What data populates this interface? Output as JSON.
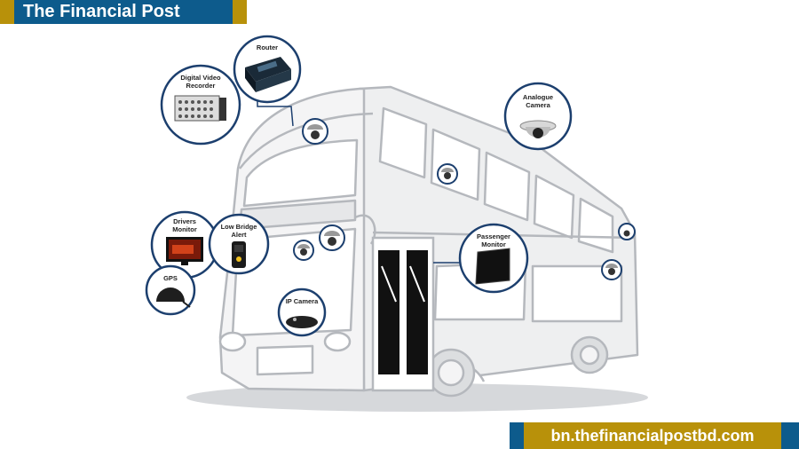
{
  "header": {
    "brand": "The Financial Post"
  },
  "footer": {
    "url": "bn.thefinancialpostbd.com"
  },
  "components": {
    "router": "Router",
    "dvr_line1": "Digital Video",
    "dvr_line2": "Recorder",
    "analogue_line1": "Analogue",
    "analogue_line2": "Camera",
    "drivers_line1": "Drivers",
    "drivers_line2": "Monitor",
    "lowbridge_line1": "Low Bridge",
    "lowbridge_line2": "Alert",
    "gps": "GPS",
    "ipcamera": "IP Camera",
    "passenger_line1": "Passenger",
    "passenger_line2": "Monitor"
  },
  "colors": {
    "navy": "#0d5b8c",
    "gold": "#b8910a",
    "bus_outline": "#b5b8bd",
    "callout_ring": "#1c3f6e"
  }
}
